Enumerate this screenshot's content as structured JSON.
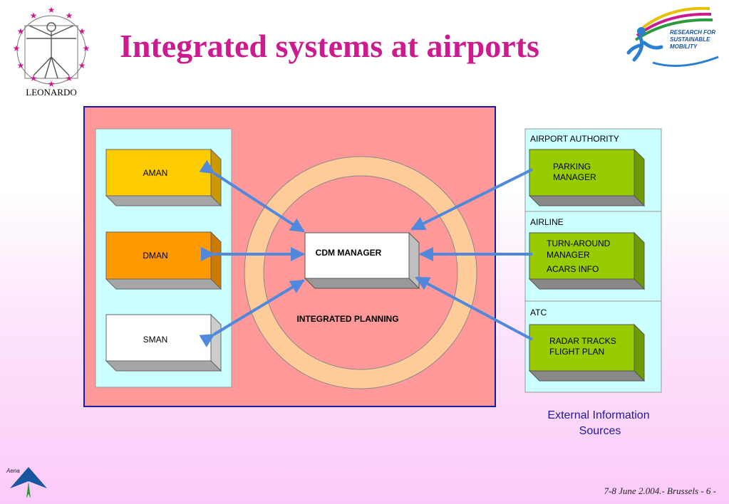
{
  "header": {
    "title": "Integrated systems at airports",
    "left_logo_label": "LEONARDO",
    "right_logo_text": [
      "RESEARCH FOR",
      "SUSTAINABLE",
      "MOBILITY"
    ]
  },
  "diagram": {
    "left_boxes": [
      "AMAN",
      "DMAN",
      "SMAN"
    ],
    "center_box": "CDM MANAGER",
    "ring_label": "INTEGRATED PLANNING",
    "sources": [
      {
        "header": "AIRPORT AUTHORITY",
        "lines": [
          "PARKING",
          "MANAGER"
        ]
      },
      {
        "header": "AIRLINE",
        "lines": [
          "TURN-AROUND",
          "MANAGER",
          "ACARS INFO"
        ]
      },
      {
        "header": "ATC",
        "lines": [
          "RADAR TRACKS",
          "FLIGHT PLAN"
        ]
      }
    ],
    "external_caption": [
      "External Information",
      "Sources"
    ]
  },
  "footer": {
    "date_text": "7-8 June 2.004.- Brussels - 6 -",
    "aena_label": "Aena"
  },
  "colors": {
    "title": "#cc1a8f",
    "panel": "#ff9999",
    "ring": "#ffcc99",
    "aman": "#ffcc00",
    "dman": "#ff9900",
    "source_box": "#99cc00",
    "arrow": "#4f88dd",
    "caption": "#1a1aa6"
  }
}
